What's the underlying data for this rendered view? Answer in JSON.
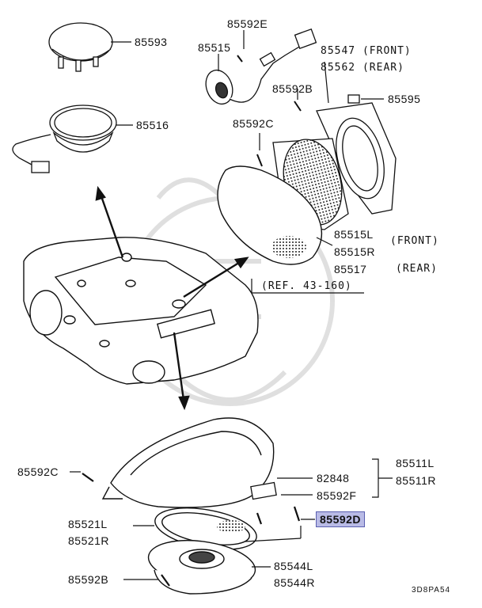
{
  "labels": {
    "p85593": "85593",
    "p85516": "85516",
    "p85592e": "85592E",
    "p85515": "85515",
    "p85547": "85547 (FRONT)",
    "p85562": "85562 (REAR)",
    "p85592b_top": "85592B",
    "p85595": "85595",
    "p85592c_top": "85592C",
    "p85515l": "85515L",
    "p85515r": "85515R",
    "front": "(FRONT)",
    "p85517": "85517",
    "rear": "(REAR)",
    "ref": "(REF. 43-160)",
    "p85592c_bottom": "85592C",
    "p85511l": "85511L",
    "p85511r": "85511R",
    "p82848": "82848",
    "p85592f": "85592F",
    "p85521l": "85521L",
    "p85521r": "85521R",
    "p85592d": "85592D",
    "p85592b_bottom": "85592B",
    "p85544l": "85544L",
    "p85544r": "85544R",
    "diagram_code": "3D8PA54"
  },
  "colors": {
    "line": "#111111",
    "highlight_fill": "#b9bbe6",
    "highlight_border": "#5a5fb0",
    "watermark": "#d8d8d8"
  },
  "highlighted_part": "85592D"
}
